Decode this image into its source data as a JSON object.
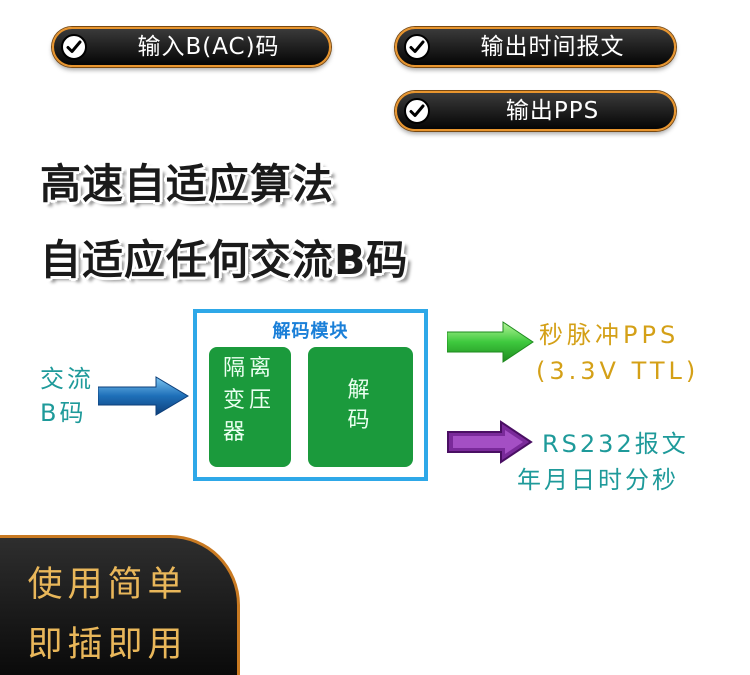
{
  "features": {
    "input_b": "输入B(AC)码",
    "output_time": "输出时间报文",
    "output_pps": "输出PPS"
  },
  "headlines": {
    "line1": "高速自适应算法",
    "line2": "自适应任何交流B码"
  },
  "diagram": {
    "input_label_1": "交流",
    "input_label_2": "B码",
    "module_title": "解码模块",
    "transformer_line1": "隔离",
    "transformer_line2": "变压",
    "transformer_line3": "器",
    "decoder_line1": "解",
    "decoder_line2": "码",
    "pps_line1": "秒脉冲PPS",
    "pps_line2": "(3.3V TTL)",
    "rs232_line1": "RS232报文",
    "rs232_line2": "年月日时分秒"
  },
  "badge": {
    "line1": "使用简单",
    "line2": "即插即用"
  },
  "colors": {
    "pill_border": "#e8952e",
    "module_border": "#2ea8e8",
    "green_box": "#1b9a3c",
    "teal_text": "#1e9a9a",
    "gold_text": "#d4a017",
    "badge_text": "#e9b75a",
    "arrow_input": "#1e6fb8",
    "arrow_pps": "#3ec93e",
    "arrow_rs232": "#7a2a9a"
  },
  "icons": {
    "check": "check-circle-icon"
  }
}
